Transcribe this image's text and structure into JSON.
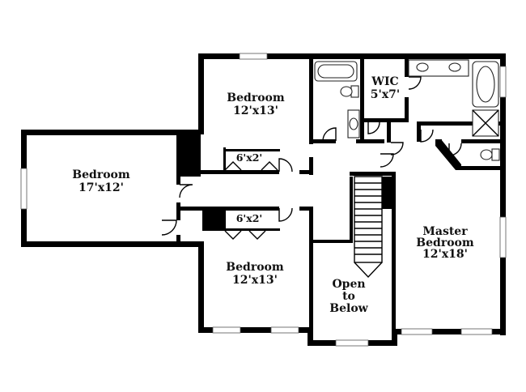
{
  "rooms": {
    "bedroom_west": {
      "name": "Bedroom",
      "dims": "17'x12'"
    },
    "bedroom_north": {
      "name": "Bedroom",
      "dims": "12'x13'"
    },
    "bedroom_south": {
      "name": "Bedroom",
      "dims": "12'x13'"
    },
    "wic": {
      "name": "WIC",
      "dims": "5'x7'"
    },
    "master": {
      "line1": "Master",
      "line2": "Bedroom",
      "dims": "12'x18'"
    },
    "open": {
      "line1": "Open",
      "line2": "to",
      "line3": "Below"
    }
  },
  "closets": {
    "north": "6'x2'",
    "south": "6'x2'"
  },
  "colors": {
    "wall": "#000000",
    "background": "#ffffff",
    "text": "#111111"
  }
}
